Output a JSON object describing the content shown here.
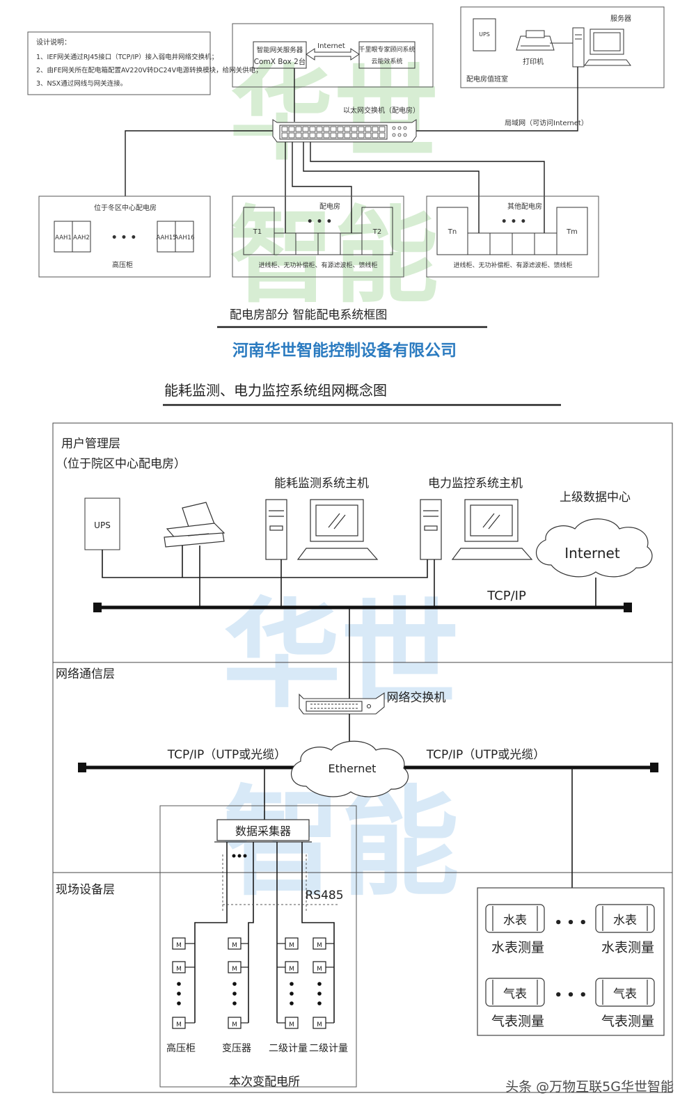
{
  "watermark": {
    "line1": "华世",
    "line2": "智能"
  },
  "top_diagram": {
    "design_notes": {
      "title": "设计说明：",
      "lines": [
        "1、IEF网关通过RJ45接口（TCP/IP）接入弱电井网络交换机；",
        "2、由FE网关所在配电箱配置AV220V转DC24V电源转换模块，给网关供电；",
        "3、NSX通过网线与网关连接。"
      ]
    },
    "gateway": {
      "line1": "智能网关服务器",
      "line2": "ComX Box 2台"
    },
    "internet_arrow_label": "Internet",
    "cloud_system": {
      "line1": "千里眼专家顾问系统",
      "line2": "云能效系统"
    },
    "duty_room": {
      "ups": "UPS",
      "printer": "打印机",
      "server": "服务器",
      "room_label": "配电房值班室"
    },
    "switch_label": "以太网交换机（配电房）",
    "lan_label": "局域网（可访问Internet）",
    "center_room": {
      "title": "位于冬区中心配电房",
      "cabinets": [
        "AAH1",
        "AAH2",
        "AAH15",
        "AAH16"
      ],
      "dots": "• • •",
      "footer": "高压柜"
    },
    "room2": {
      "title": "配电房",
      "left": "T1",
      "right": "T2",
      "dots": "• • •",
      "footer": "进线柜、无功补偿柜、有源滤波柜、馈线柜"
    },
    "room3": {
      "title": "其他配电房",
      "left": "Tn",
      "right": "Tm",
      "dots": "• • •",
      "footer": "进线柜、无功补偿柜、有源滤波柜、馈线柜"
    },
    "caption": "配电房部分 智能配电系统框图",
    "company": "河南华世智能控制设备有限公司"
  },
  "bottom_diagram": {
    "title": "能耗监测、电力监控系统组网概念图",
    "user_layer": {
      "label1": "用户管理层",
      "label2": "（位于院区中心配电房）",
      "ups": "UPS",
      "host1": "能耗监测系统主机",
      "host2": "电力监控系统主机",
      "data_center": "上级数据中心",
      "internet": "Internet",
      "bus_label": "TCP/IP"
    },
    "network_layer": {
      "label": "网络通信层",
      "switch": "网络交换机",
      "ethernet": "Ethernet",
      "left_bus_label": "TCP/IP（UTP或光缆）",
      "right_bus_label": "TCP/IP（UTP或光缆）",
      "collector": "数据采集器"
    },
    "field_layer": {
      "label": "现场设备层",
      "rs485": "RS485",
      "meter_glyph": "M",
      "dots": "• • •",
      "columns": [
        "高压柜",
        "变压器",
        "二级计量",
        "二级计量"
      ],
      "substation": "本次变配电所",
      "water_meter": "水表",
      "water_measure": "水表测量",
      "gas_meter": "气表",
      "gas_measure": "气表测量"
    }
  },
  "footer_credit": "头条 @万物互联5G华世智能",
  "colors": {
    "line": "#1a1a1a",
    "watermark_green": "#a8d8a0",
    "watermark_blue": "#9ec9ec",
    "company_blue": "#2b7bc0"
  }
}
